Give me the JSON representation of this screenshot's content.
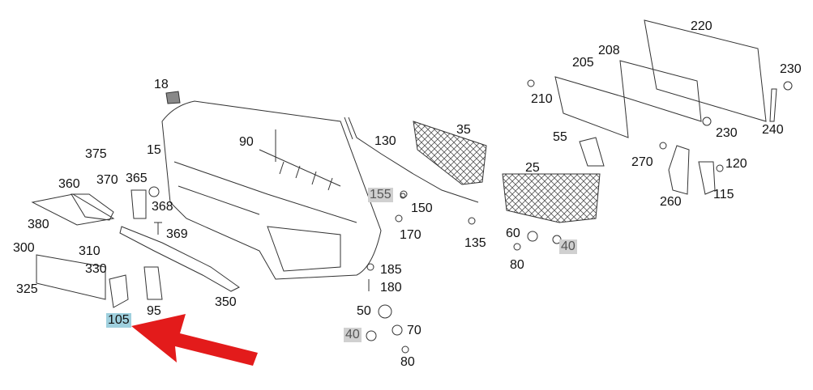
{
  "diagram": {
    "title_labels": {
      "l18": "18",
      "l15": "15",
      "l375": "375",
      "l360": "360",
      "l370": "370",
      "l365": "365",
      "l368": "368",
      "l380": "380",
      "l369": "369",
      "l300": "300",
      "l310": "310",
      "l330": "330",
      "l325": "325",
      "l105": "105",
      "l95": "95",
      "l350": "350",
      "l90": "90",
      "l130": "130",
      "l35": "35",
      "l155": "155",
      "l150": "150",
      "l170": "170",
      "l135": "135",
      "l185": "185",
      "l180": "180",
      "l50": "50",
      "l40a": "40",
      "l70": "70",
      "l80a": "80",
      "l55": "55",
      "l25": "25",
      "l60": "60",
      "l40b": "40",
      "l80b": "80",
      "l205": "205",
      "l210": "210",
      "l208": "208",
      "l220": "220",
      "l230a": "230",
      "l230b": "230",
      "l240": "240",
      "l270": "270",
      "l120": "120",
      "l115": "115",
      "l260": "260"
    },
    "highlight_colors": {
      "selected": "#9fd0de",
      "secondary": "#d0d0d0",
      "arrow": "#e31b1b"
    }
  }
}
